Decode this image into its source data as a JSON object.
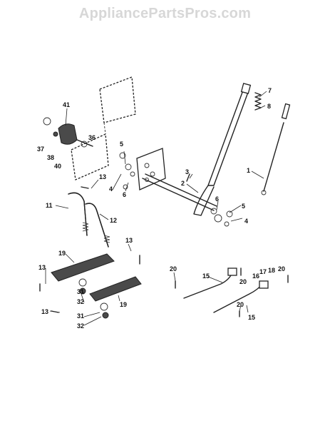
{
  "watermark": "AppliancePartsPros.com",
  "callouts": [
    "1",
    "2",
    "3",
    "4",
    "4",
    "5",
    "5",
    "6",
    "6",
    "7",
    "8",
    "11",
    "12",
    "13",
    "13",
    "13",
    "13",
    "15",
    "15",
    "16",
    "17",
    "18",
    "19",
    "19",
    "20",
    "20",
    "20",
    "20",
    "31",
    "31",
    "32",
    "32",
    "36",
    "37",
    "38",
    "40",
    "41"
  ]
}
